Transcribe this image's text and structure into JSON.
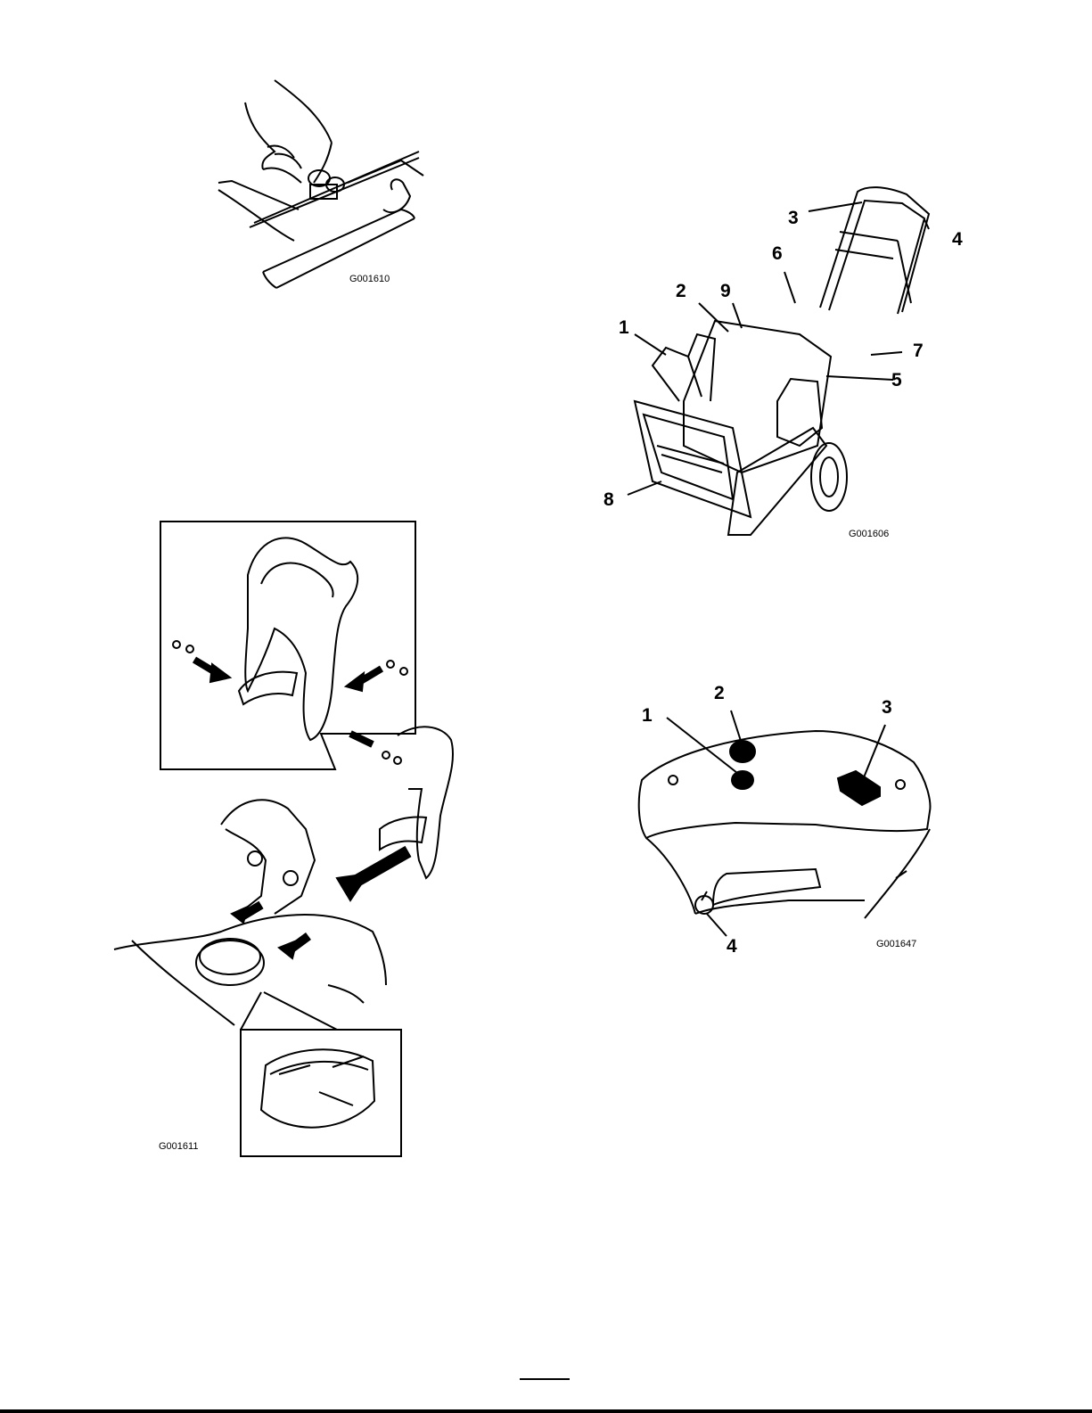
{
  "figures": {
    "cable": {
      "code": "G001610"
    },
    "machine": {
      "code": "G001606",
      "callouts": [
        "1",
        "2",
        "3",
        "4",
        "5",
        "6",
        "7",
        "8",
        "9"
      ]
    },
    "chute": {
      "code": "G001611"
    },
    "panel": {
      "code": "G001647",
      "callouts": [
        "1",
        "2",
        "3",
        "4"
      ]
    }
  }
}
